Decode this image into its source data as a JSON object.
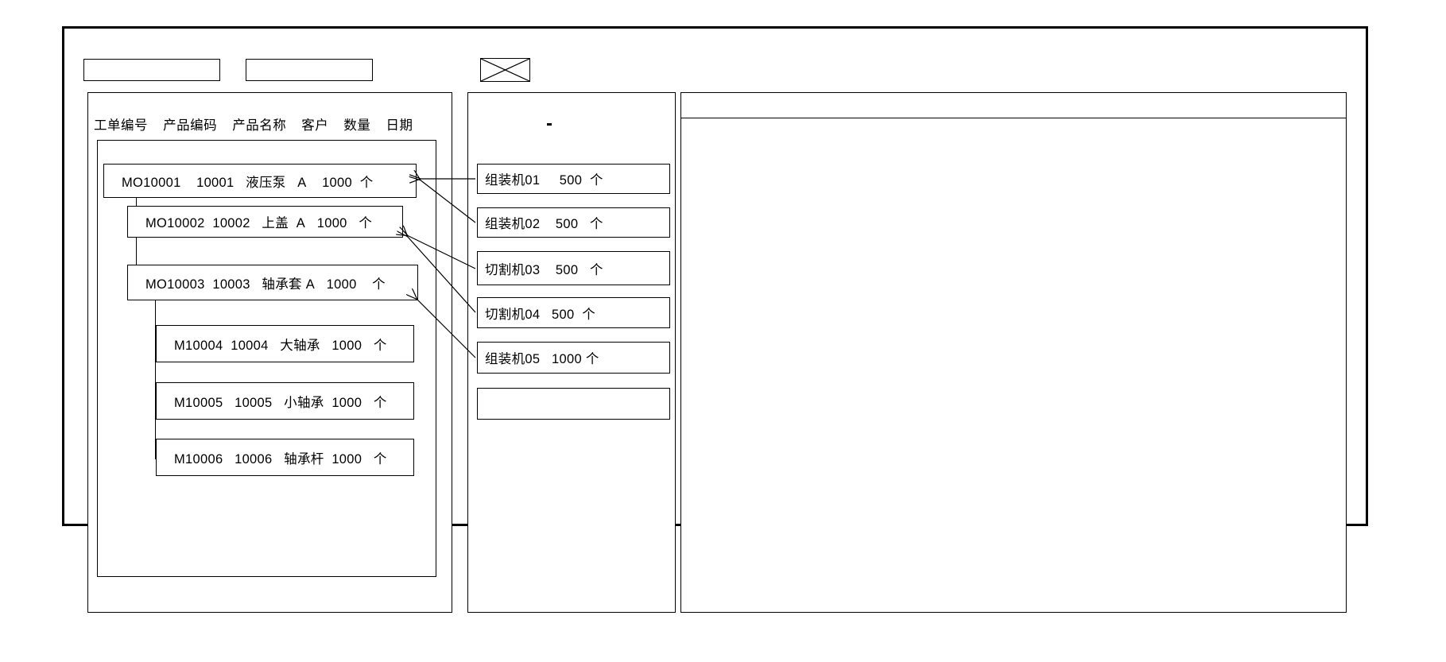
{
  "window": {
    "title": ""
  },
  "toolbar": {
    "fields": [
      {
        "name": "toolbar-field-1",
        "value": ""
      },
      {
        "name": "toolbar-field-2",
        "value": ""
      }
    ],
    "image_placeholder": {
      "name": "image-placeholder",
      "label": ""
    }
  },
  "work_order_panel": {
    "columns": [
      "工单编号",
      "产品编码",
      "产品名称",
      "客户",
      "数量",
      "日期"
    ],
    "rows": [
      {
        "level": 0,
        "order_no": "MO10001",
        "product_code": "10001",
        "product_name": "液压泵",
        "customer": "A",
        "qty": "1000",
        "unit": "个"
      },
      {
        "level": 1,
        "order_no": "MO10002",
        "product_code": "10002",
        "product_name": "上盖",
        "customer": "A",
        "qty": "1000",
        "unit": "个"
      },
      {
        "level": 1,
        "order_no": "MO10003",
        "product_code": "10003",
        "product_name": "轴承套",
        "customer": "A",
        "qty": "1000",
        "unit": "个"
      },
      {
        "level": 2,
        "order_no": "M10004",
        "product_code": "10004",
        "product_name": "大轴承",
        "customer": "",
        "qty": "1000",
        "unit": "个"
      },
      {
        "level": 2,
        "order_no": "M10005",
        "product_code": "10005",
        "product_name": "小轴承",
        "customer": "",
        "qty": "1000",
        "unit": "个"
      },
      {
        "level": 2,
        "order_no": "M10006",
        "product_code": "10006",
        "product_name": "轴承杆",
        "customer": "",
        "qty": "1000",
        "unit": "个"
      }
    ]
  },
  "operation_panel": {
    "rows": [
      {
        "machine": "组装机01",
        "qty": "500",
        "unit": "个"
      },
      {
        "machine": "组装机02",
        "qty": "500",
        "unit": "个"
      },
      {
        "machine": "切割机03",
        "qty": "500",
        "unit": "个"
      },
      {
        "machine": "切割机04",
        "qty": "500",
        "unit": "个"
      },
      {
        "machine": "组装机05",
        "qty": "1000",
        "unit": "个"
      },
      {
        "machine": "",
        "qty": "",
        "unit": ""
      }
    ]
  },
  "detail_panel": {
    "header": "",
    "body": ""
  },
  "colors": {
    "line": "#000000",
    "background": "#ffffff"
  }
}
